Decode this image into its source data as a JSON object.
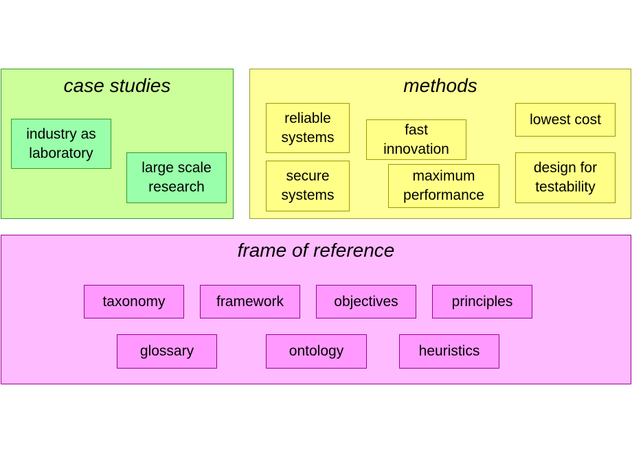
{
  "colors": {
    "case_fill": "#ccff99",
    "case_border": "#339933",
    "case_item_fill": "#99ffaa",
    "case_item_border": "#339933",
    "methods_fill": "#ffff99",
    "methods_border": "#999933",
    "methods_item_fill": "#ffff88",
    "methods_item_border": "#999900",
    "frame_fill": "#ffbbff",
    "frame_border": "#990099",
    "frame_item_fill": "#ff99ff",
    "frame_item_border": "#990099"
  },
  "case_studies": {
    "title": "case studies",
    "items": [
      "industry as\nlaboratory",
      "large scale\nresearch"
    ]
  },
  "methods": {
    "title": "methods",
    "items": [
      "reliable\nsystems",
      "secure\nsystems",
      "fast\ninnovation",
      "maximum\nperformance",
      "lowest cost",
      "design for\ntestability"
    ]
  },
  "frame_of_reference": {
    "title": "frame of reference",
    "items": [
      "taxonomy",
      "framework",
      "objectives",
      "principles",
      "glossary",
      "ontology",
      "heuristics"
    ]
  }
}
